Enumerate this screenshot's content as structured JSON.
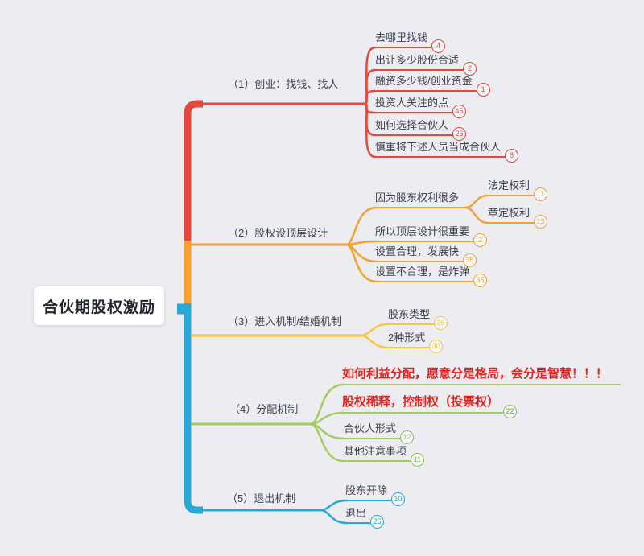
{
  "root": {
    "label": "合伙期股权激励"
  },
  "colors": {
    "branch1_red": "#e8473b",
    "branch2_orange": "#f6a12f",
    "branch3_yellow": "#f6c840",
    "branch4_green": "#a6ca62",
    "branch5_cyan": "#29a7d7",
    "emphasis_red": "#e7201e",
    "text_dark": "#3d4250",
    "background": "#ececf1"
  },
  "branches": [
    {
      "label": "（1）创业：找钱、找人",
      "color": "#e8473b",
      "children": [
        {
          "text": "去哪里找钱",
          "badge": "4"
        },
        {
          "text": "出让多少股份合适",
          "badge": "2"
        },
        {
          "text": "融资多少钱/创业资金",
          "badge": "1"
        },
        {
          "text": "投资人关注的点",
          "badge": "45"
        },
        {
          "text": "如何选择合伙人",
          "badge": "26"
        },
        {
          "text": "慎重将下述人员当成合伙人",
          "badge": "8"
        }
      ]
    },
    {
      "label": "（2）股权设顶层设计",
      "color": "#f6a12f",
      "children": [
        {
          "text": "因为股东权利很多",
          "children": [
            {
              "text": "法定权利",
              "badge": "11"
            },
            {
              "text": "章定权利",
              "badge": "13"
            }
          ]
        },
        {
          "text": "所以顶层设计很重要",
          "badge": "2"
        },
        {
          "text": "设置合理，发展快",
          "badge": "35"
        },
        {
          "text": "设置不合理，是炸弹",
          "badge": "35"
        }
      ]
    },
    {
      "label": "（3）进入机制/结婚机制",
      "color": "#f6c840",
      "children": [
        {
          "text": "股东类型",
          "badge": "36"
        },
        {
          "text": "2种形式",
          "badge": "30"
        }
      ]
    },
    {
      "label": "（4）分配机制",
      "color": "#a6ca62",
      "children": [
        {
          "text": "如何利益分配，愿意分是格局，会分是智慧！！！"
        },
        {
          "text": "股权稀释，控制权（投票权）",
          "badge": "22"
        },
        {
          "text": "合伙人形式",
          "badge": "12"
        },
        {
          "text": "其他注意事项",
          "badge": "11"
        }
      ]
    },
    {
      "label": "（5）退出机制",
      "color": "#29a7d7",
      "children": [
        {
          "text": "股东开除",
          "badge": "10"
        },
        {
          "text": "退出",
          "badge": "25"
        }
      ]
    }
  ]
}
